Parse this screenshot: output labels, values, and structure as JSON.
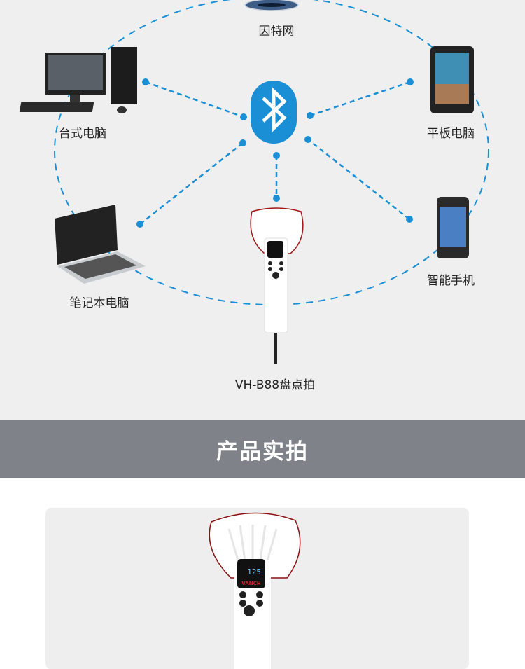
{
  "diagram": {
    "hub": {
      "icon": "bluetooth-icon",
      "color": "#1a8fd6"
    },
    "nodes": {
      "internet": "因特网",
      "desktop": "台式电脑",
      "tablet": "平板电脑",
      "laptop": "笔记本电脑",
      "smartphone": "智能手机",
      "reader": "VH-B88盘点拍"
    },
    "line_color": "#1a8fd6"
  },
  "device_screen": {
    "count": "125",
    "brand": "VANCH"
  },
  "section": {
    "title": "产品实拍"
  }
}
